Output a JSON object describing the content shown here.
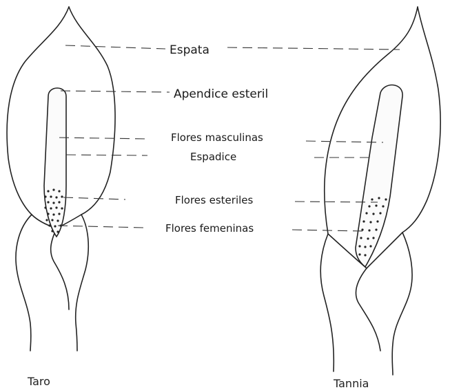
{
  "labels": {
    "espata": "Espata",
    "apendice": "Apendice esteril",
    "masculinas": "Flores masculinas",
    "espadice": "Espadice",
    "esteriles": "Flores esteriles",
    "femeninas": "Flores femeninas"
  },
  "captions": {
    "left": "Taro",
    "right": "Tannia"
  }
}
